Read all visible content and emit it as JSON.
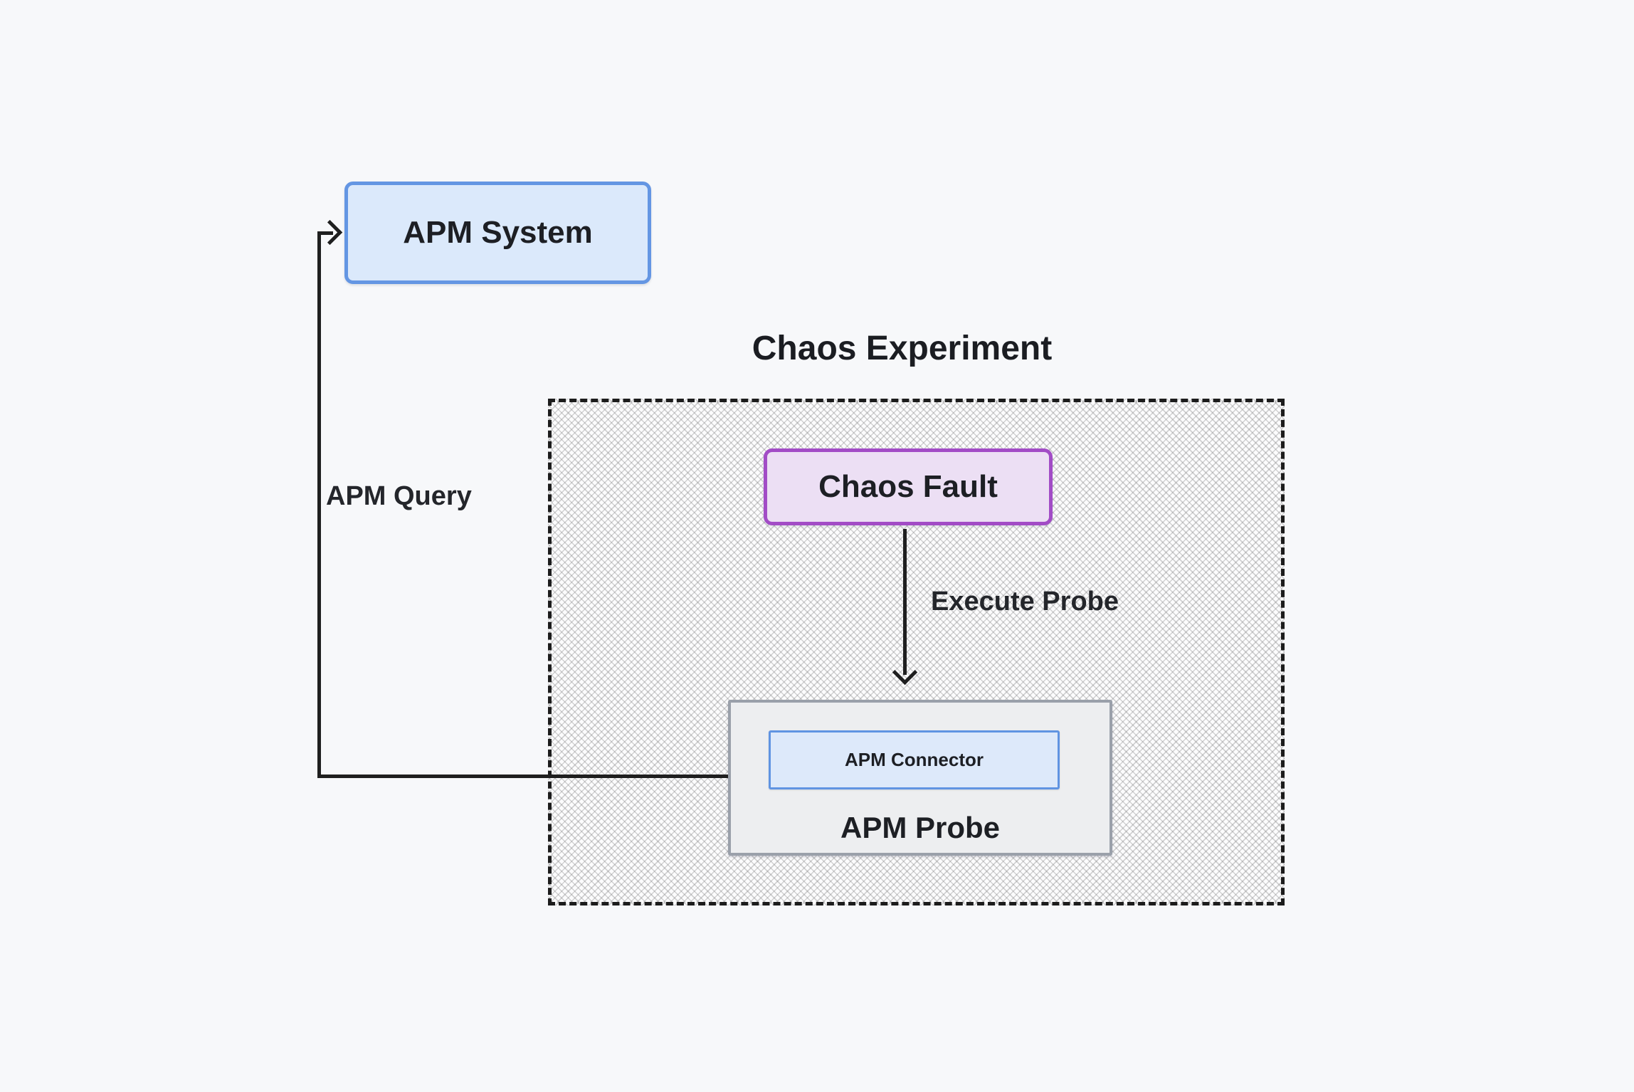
{
  "canvas": {
    "background": "#f7f8fa",
    "line_color": "#1f1f1f"
  },
  "group": {
    "title": "Chaos Experiment",
    "border_style": "dashed",
    "border_color": "#1c1c1c",
    "fill_pattern": "diagonal-crosshatch",
    "pattern_color": "#b9b9b9"
  },
  "nodes": {
    "apm_system": {
      "label": "APM System",
      "fill": "#dbe9fb",
      "border": "#6496e3"
    },
    "chaos_fault": {
      "label": "Chaos Fault",
      "fill": "#ecdff4",
      "border": "#a24cc6"
    },
    "apm_probe": {
      "label": "APM Probe",
      "fill": "#edeef0",
      "border": "#9aa0aa"
    },
    "apm_connector": {
      "label": "APM Connector",
      "fill": "#dde9fa",
      "border": "#6094e2"
    }
  },
  "edges": {
    "execute_probe": {
      "label": "Execute Probe",
      "from": "Chaos Fault",
      "to": "APM Probe"
    },
    "apm_query": {
      "label": "APM Query",
      "from": "APM Connector",
      "to": "APM System"
    }
  }
}
